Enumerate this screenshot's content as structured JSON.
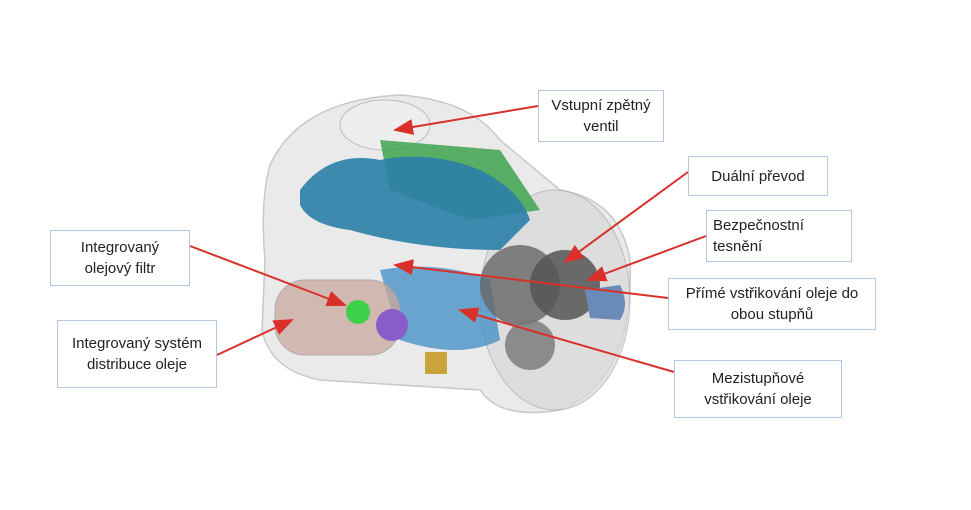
{
  "labels": {
    "check_valve": "Vstupní zpětný ventil",
    "dual_gear": "Duální převod",
    "safety_seal": "Bezpečnostní tesnění",
    "direct_injection": "Přímé vstřikování oleje do obou stupňů",
    "interstage_injection": "Mezistupňové vstřikování oleje",
    "oil_filter": "Integrovaný olejový filtr",
    "oil_distribution": "Integrovaný systém distribuce oleje"
  },
  "colors": {
    "arrow": "#d9302a",
    "box_border": "#b4c7e7",
    "rotor": "#2b7fa8",
    "rotor_green": "#3fa34d"
  }
}
